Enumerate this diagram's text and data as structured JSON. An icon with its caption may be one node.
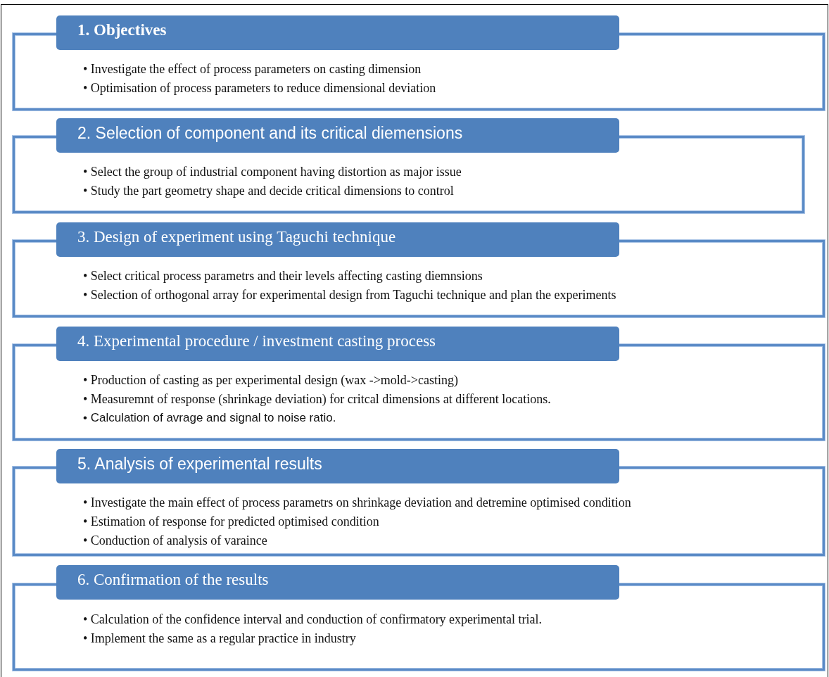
{
  "diagram": {
    "nodes": [
      {
        "text": [
          "1. Objectives"
        ]
      },
      {
        "text": [
          "• Investigate the effect of process parameters on casting dimension",
          "• Optimisation of process parameters to reduce dimensional deviation"
        ]
      },
      {
        "text": [
          "2. Selection of component and its critical diemensions"
        ]
      },
      {
        "text": [
          "• Select the group of industrial component having distortion as major issue",
          "• Study the part geometry shape and decide critical dimensions to control"
        ]
      },
      {
        "text": [
          "3. Design of experiment using Taguchi technique"
        ]
      },
      {
        "text": [
          "• Select critical process parametrs and their levels affecting casting diemnsions",
          "• Selection of orthogonal array for experimental design from Taguchi technique and plan the experiments"
        ]
      },
      {
        "text": [
          "4. Experimental procedure / investment casting process"
        ]
      },
      {
        "text": [
          "• Production of casting as per experimental design (wax ->mold->casting)",
          "• Measuremnt of response (shrinkage deviation) for critcal dimensions at different locations.",
          "• Calculation of avrage and signal to noise ratio."
        ]
      },
      {
        "text": [
          "5. Analysis of experimental results"
        ]
      },
      {
        "text": [
          "• Investigate the main effect of process parametrs on shrinkage deviation and detremine optimised condition",
          "• Estimation of response for predicted optimised condition",
          "• Conduction of analysis of varaince"
        ]
      },
      {
        "text": [
          "6. Confirmation of the results"
        ]
      },
      {
        "text": [
          "• Calculation of the confidence interval and conduction of confirmatory experimental trial.",
          "• Implement the same as a regular practice in industry"
        ]
      }
    ]
  }
}
